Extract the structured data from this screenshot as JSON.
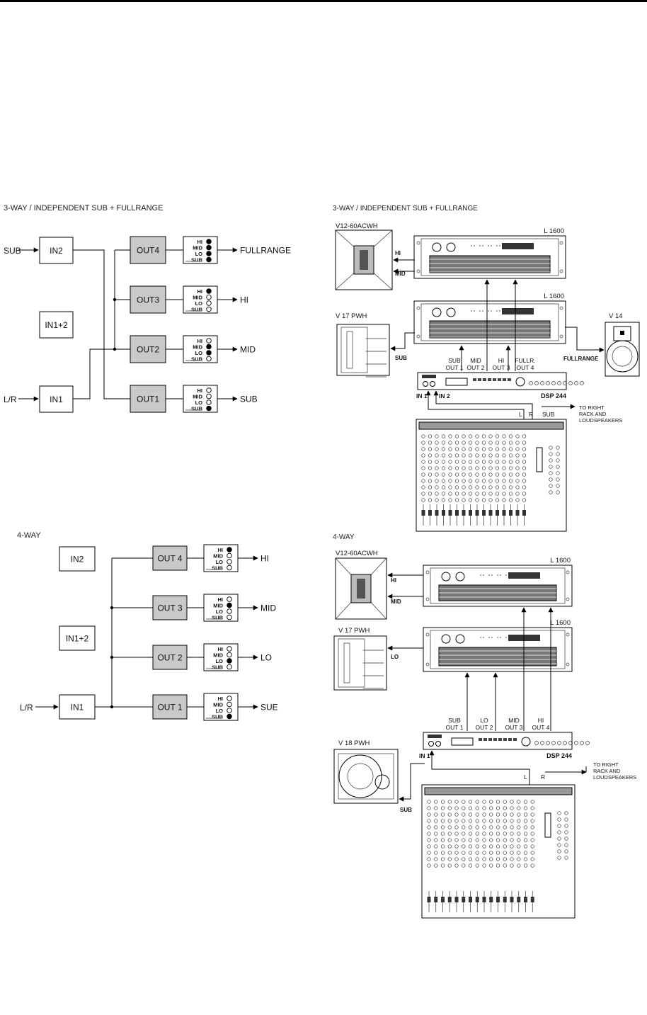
{
  "diagram1": {
    "title": "3-WAY / INDEPENDENT SUB + FULLRANGE",
    "inputs": {
      "sub": "SUB",
      "lr": "L/R"
    },
    "in_blocks": [
      "IN2",
      "IN1+2",
      "IN1"
    ],
    "outs": [
      {
        "label": "OUT4",
        "dest": "FULLRANGE",
        "filled": [
          true,
          true,
          true,
          true
        ]
      },
      {
        "label": "OUT3",
        "dest": "HI",
        "filled": [
          true,
          false,
          false,
          false
        ]
      },
      {
        "label": "OUT2",
        "dest": "MID",
        "filled": [
          false,
          true,
          true,
          false
        ]
      },
      {
        "label": "OUT1",
        "dest": "SUB",
        "filled": [
          false,
          false,
          false,
          true
        ]
      }
    ],
    "bands": [
      "HI",
      "MID",
      "LO",
      "SUB"
    ]
  },
  "setup1": {
    "title": "3-WAY / INDEPENDENT SUB + FULLRANGE",
    "cab_top": "V12-60ACWH",
    "amp_top": "L 1600",
    "amp_mid": "L 1600",
    "cab_left": "V 17 PWH",
    "cab_right": "V 14",
    "lbl_hi": "HI",
    "lbl_mid": "MID",
    "lbl_sub": "SUB",
    "lbl_fullrange": "FULLRANGE",
    "dsp_outs": [
      {
        "a": "SUB",
        "b": "OUT 1"
      },
      {
        "a": "MID",
        "b": "OUT 2"
      },
      {
        "a": "HI",
        "b": "OUT 3"
      },
      {
        "a": "FULLR.",
        "b": "OUT 4"
      }
    ],
    "in1": "IN 1",
    "in2": "IN 2",
    "dsp": "DSP 244",
    "mixer_l": "L",
    "mixer_r": "R",
    "mixer_sub": "SUB",
    "to_right": [
      "TO RIGHT",
      "RACK AND",
      "LOUDSPEAKERS"
    ]
  },
  "diagram2": {
    "title": "4-WAY",
    "inputs": {
      "lr": "L/R"
    },
    "in_blocks": [
      "IN2",
      "IN1+2",
      "IN1"
    ],
    "outs": [
      {
        "label": "OUT 4",
        "dest": "HI",
        "filled": [
          true,
          false,
          false,
          false
        ]
      },
      {
        "label": "OUT 3",
        "dest": "MID",
        "filled": [
          false,
          true,
          false,
          false
        ]
      },
      {
        "label": "OUT 2",
        "dest": "LO",
        "filled": [
          false,
          false,
          true,
          false
        ]
      },
      {
        "label": "OUT 1",
        "dest": "SUE",
        "filled": [
          false,
          false,
          false,
          true
        ]
      }
    ],
    "bands": [
      "HI",
      "MID",
      "LO",
      "SUB"
    ]
  },
  "setup2": {
    "title": "4-WAY",
    "cab_top": "V12-60ACWH",
    "amp_top": "L 1600",
    "amp_mid": "L 1600",
    "cab_mid": "V 17 PWH",
    "cab_bot": "V 18 PWH",
    "lbl_hi": "HI",
    "lbl_mid": "MID",
    "lbl_lo": "LO",
    "lbl_sub": "SUB",
    "dsp_outs": [
      {
        "a": "SUB",
        "b": "OUT 1"
      },
      {
        "a": "LO",
        "b": "OUT 2"
      },
      {
        "a": "MID",
        "b": "OUT 3"
      },
      {
        "a": "HI",
        "b": "OUT 4"
      }
    ],
    "in1": "IN 1",
    "dsp": "DSP 244",
    "mixer_l": "L",
    "mixer_r": "R",
    "to_right": [
      "TO RIGHT",
      "RACK AND",
      "LOUDSPEAKERS"
    ]
  }
}
